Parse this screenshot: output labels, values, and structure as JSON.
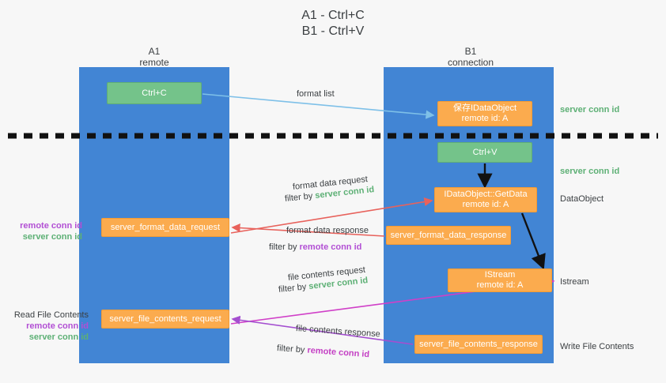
{
  "title": {
    "line1": "A1 - Ctrl+C",
    "line2": "B1 - Ctrl+V"
  },
  "lanes": [
    {
      "id": "a1",
      "name": "A1",
      "role": "remote"
    },
    {
      "id": "b1",
      "name": "B1",
      "role": "connection"
    }
  ],
  "boxes": {
    "ctrl_c": "Ctrl+C",
    "idataobject": "保存IDataObject\nremote id: A",
    "idataobject_line1": "保存IDataObject",
    "idataobject_line2": "remote id: A",
    "ctrl_v": "Ctrl+V",
    "getdata_line1": "IDataObject::GetData",
    "getdata_line2": "remote id: A",
    "istream_line1": "IStream",
    "istream_line2": "remote id: A",
    "server_format_data_request": "server_format_data_request",
    "server_format_data_response": "server_format_data_response",
    "server_file_contents_request": "server_file_contents_request",
    "server_file_contents_response": "server_file_contents_response"
  },
  "arrow_labels": {
    "format_list": "format list",
    "format_data_request": "format data request",
    "format_data_request_filter_prefix": "filter by ",
    "format_data_request_filter_value": "server conn id",
    "format_data_response": "format data response",
    "format_data_response_filter_prefix": "filter by ",
    "format_data_response_filter_value": "remote conn id",
    "file_contents_request": "file contents request",
    "file_contents_request_filter_prefix": "filter by ",
    "file_contents_request_filter_value": "server conn id",
    "file_contents_response": "file contents response",
    "file_contents_response_filter_prefix": "filter by ",
    "file_contents_response_filter_value": "remote conn id"
  },
  "annotations": {
    "right_server_conn_id_top": "server conn id",
    "right_server_conn_id_mid": "server conn id",
    "right_dataobject": "DataObject",
    "right_istream": "Istream",
    "right_write_file_contents": "Write File Contents",
    "left_read_file_contents": "Read File Contents",
    "left_remote_conn_id_1": "remote conn id",
    "left_server_conn_id_1": "server conn id",
    "left_remote_conn_id_2": "remote conn id",
    "left_server_conn_id_2": "server conn id"
  },
  "colors": {
    "lane": "#4285d4",
    "green_box": "#74c38a",
    "orange_box": "#fbab4e",
    "server_conn_id": "#5db075",
    "remote_conn_id": "#b24fd4",
    "arrow_blue": "#7ec0e8",
    "arrow_red": "#e8625c",
    "arrow_pink": "#d040c8",
    "arrow_purple": "#a44fd0",
    "arrow_black": "#111111",
    "background": "#f7f7f7"
  }
}
